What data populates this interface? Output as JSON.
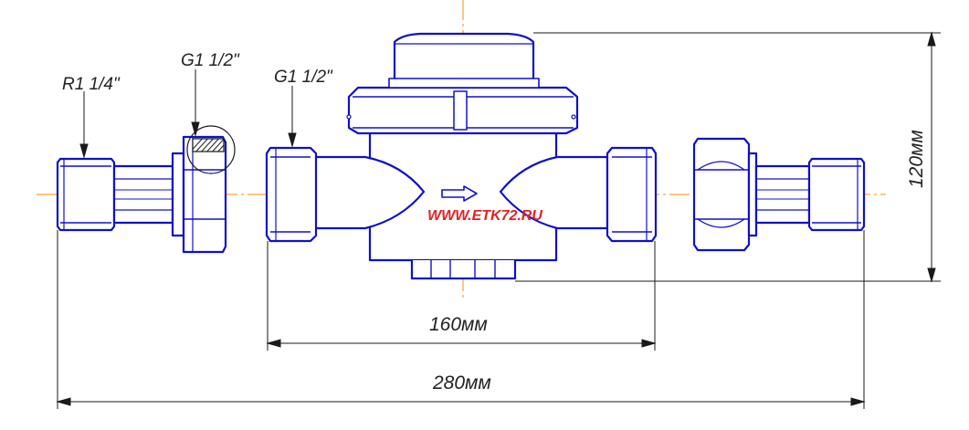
{
  "labels": {
    "thread_r": "R1 1/4\"",
    "thread_g_nut": "G1 1/2\"",
    "thread_g_body": "G1 1/2\"",
    "dim_length": "160мм",
    "dim_total": "280мм",
    "dim_height": "120мм",
    "website": "WWW.ETK72.RU"
  },
  "colors": {
    "outline": "#1010c8",
    "centerline": "#ff8c00",
    "dimension": "#1a1a1a",
    "watermark": "#e32222",
    "hatch": "#1a1a1a"
  }
}
